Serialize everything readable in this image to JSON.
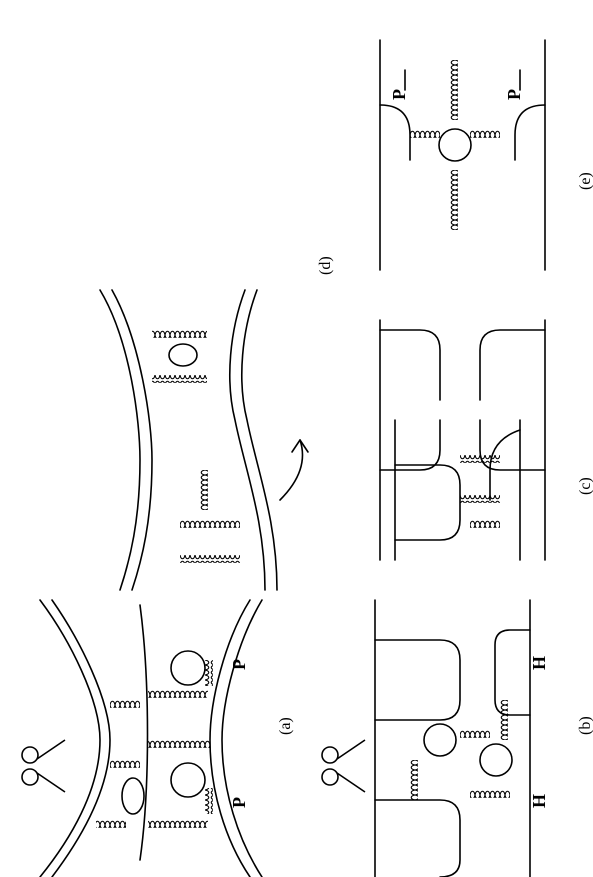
{
  "figure": {
    "panel_labels": {
      "a": "(a)",
      "b": "(b)",
      "c": "(c)",
      "d": "(d)",
      "e": "(e)"
    },
    "side_labels": {
      "p_top": "P",
      "p_bottom": "P",
      "h_top": "H",
      "h_bottom": "H",
      "pd_upper": "P",
      "pd_lower": "P"
    },
    "colors": {
      "ink": "#000000",
      "paper": "#ffffff"
    },
    "icons": [
      "scissors-icon",
      "scissors-icon",
      "curved-arrow-icon",
      "force-arrow-icon"
    ]
  }
}
